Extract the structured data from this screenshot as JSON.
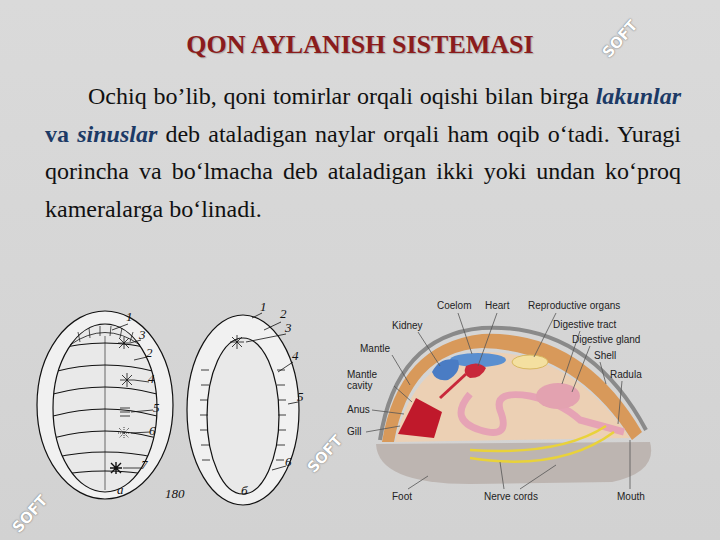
{
  "diagram": {
    "title": "QON AYLANISH SISTEMASI",
    "labels": [
      "Ochiq bo’lib, qoni tomirlar orqali oqishi bilan birga",
      "lakunlar",
      "va",
      "sinuslar",
      "deb ataladigan naylar orqali ham oqib o‘tadi. Yuragi qorincha va bo‘lmacha deb ataladigan ikki yoki undan ko‘proq kameralarga bo‘linadi.",
      "1",
      "3",
      "2",
      "4",
      "5",
      "6",
      "7",
      "a",
      "180",
      "1",
      "2",
      "3",
      "4",
      "5",
      "6",
      "б",
      "Coelom",
      "Heart",
      "Reproductive organs",
      "Kidney",
      "Digestive tract",
      "Mantle",
      "Digestive gland",
      "Shell",
      "Mantle cavity",
      "Radula",
      "Anus",
      "Gill",
      "Foot",
      "Nerve cords",
      "Mouth",
      "SOFT",
      "SOFT",
      "SOFT"
    ]
  }
}
